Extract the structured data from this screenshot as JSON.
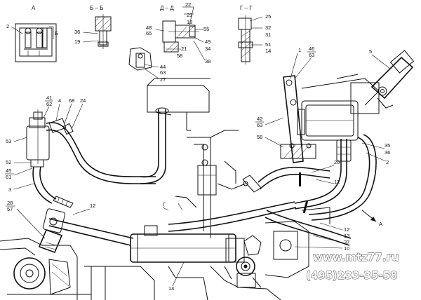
{
  "section_labels": {
    "a": "А",
    "bb": "Б – Б",
    "dd": "Д – Д",
    "gg": "Г – Г",
    "b_mark": "Б",
    "g_mark": "Г",
    "a_mark": "А"
  },
  "callouts": {
    "c2a": "2",
    "c36": "36",
    "c19": "19",
    "c22": "22",
    "c23": "23",
    "c18": "18",
    "c48": "48",
    "c65": "65",
    "c55": "55",
    "c21": "21",
    "c58a": "58",
    "c49": "49",
    "c34": "34",
    "c38": "38",
    "c44": "44",
    "c63a": "63",
    "c27": "27",
    "c25": "25",
    "c32": "32",
    "c31": "31",
    "c51": "51",
    "c14a": "14",
    "c1": "1",
    "c46": "46",
    "c63b": "63",
    "c5": "5",
    "c41": "41",
    "c62": "62",
    "c4": "4",
    "c68": "68",
    "c24": "24",
    "c42": "42",
    "c63c": "63",
    "c58b": "58",
    "c35": "35",
    "c36b": "36",
    "c2b": "2",
    "c53": "53",
    "c52": "52",
    "c45": "45",
    "c61": "61",
    "c3": "3",
    "c20": "20",
    "c12a": "12",
    "c28": "28",
    "c57": "57",
    "c12b": "12",
    "c12c": "12",
    "c13": "13",
    "c37": "37",
    "c10": "10",
    "c14b": "14"
  },
  "watermark": {
    "site": "www.mtz77.ru",
    "phone": "(495)233-35-58"
  }
}
